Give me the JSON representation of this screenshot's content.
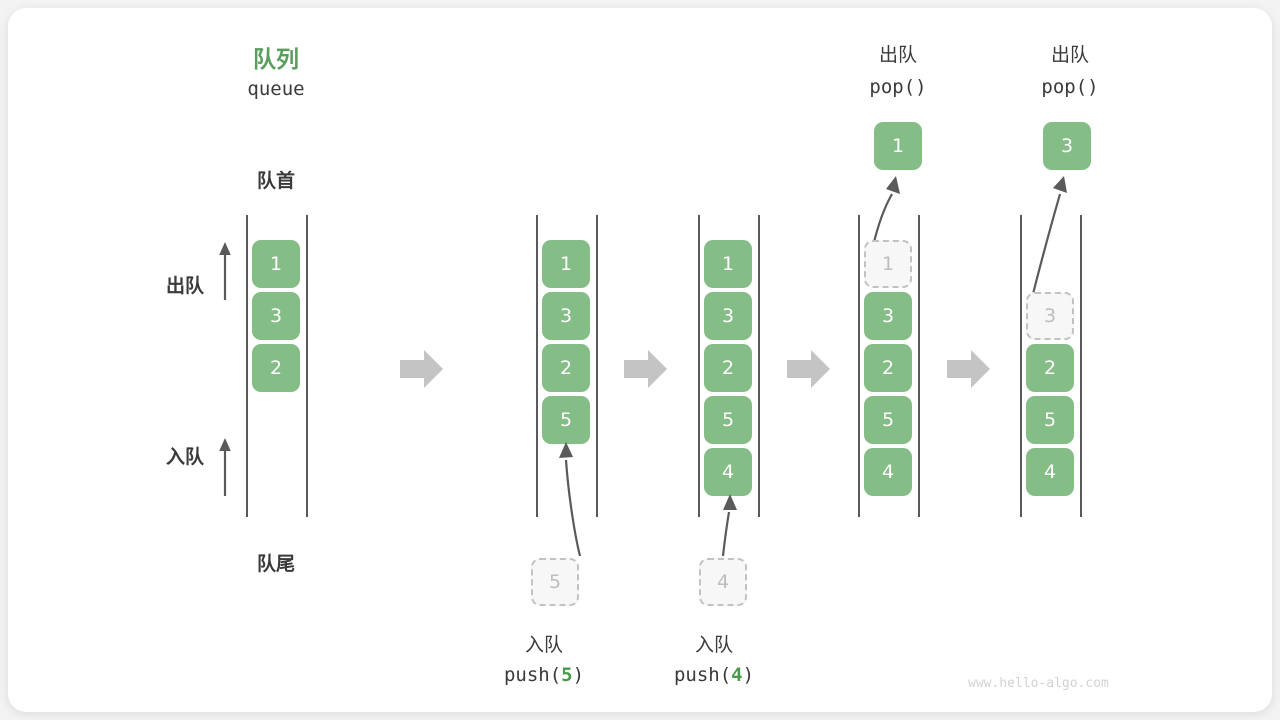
{
  "diagram": {
    "title_cn": "队列",
    "title_en": "queue",
    "front_label": "队首",
    "rear_label": "队尾",
    "dequeue_dir_label": "出队",
    "enqueue_dir_label": "入队",
    "watermark": "www.hello-algo.com",
    "accent_green": "#84bd86",
    "accent_title_green": "#5a9e5d",
    "ghost_gray": "#bdbdbd",
    "arrow_gray": "#c4c4c4"
  },
  "stages": [
    {
      "id": "initial",
      "cards": [
        {
          "value": "1",
          "state": "filled"
        },
        {
          "value": "3",
          "state": "filled"
        },
        {
          "value": "2",
          "state": "filled"
        }
      ]
    },
    {
      "id": "push-5",
      "op_cn": "入队",
      "op_code_prefix": "push(",
      "op_code_num": "5",
      "op_code_suffix": ")",
      "incoming": {
        "value": "5",
        "state": "ghost"
      },
      "cards": [
        {
          "value": "1",
          "state": "filled"
        },
        {
          "value": "3",
          "state": "filled"
        },
        {
          "value": "2",
          "state": "filled"
        },
        {
          "value": "5",
          "state": "filled"
        }
      ]
    },
    {
      "id": "push-4",
      "op_cn": "入队",
      "op_code_prefix": "push(",
      "op_code_num": "4",
      "op_code_suffix": ")",
      "incoming": {
        "value": "4",
        "state": "ghost"
      },
      "cards": [
        {
          "value": "1",
          "state": "filled"
        },
        {
          "value": "3",
          "state": "filled"
        },
        {
          "value": "2",
          "state": "filled"
        },
        {
          "value": "5",
          "state": "filled"
        },
        {
          "value": "4",
          "state": "filled"
        }
      ]
    },
    {
      "id": "pop-1",
      "op_cn": "出队",
      "op_code": "pop()",
      "outgoing": {
        "value": "1",
        "state": "filled"
      },
      "cards": [
        {
          "value": "1",
          "state": "ghost"
        },
        {
          "value": "3",
          "state": "filled"
        },
        {
          "value": "2",
          "state": "filled"
        },
        {
          "value": "5",
          "state": "filled"
        },
        {
          "value": "4",
          "state": "filled"
        }
      ]
    },
    {
      "id": "pop-3",
      "op_cn": "出队",
      "op_code": "pop()",
      "outgoing": {
        "value": "3",
        "state": "filled"
      },
      "cards": [
        {
          "value": "3",
          "state": "ghost"
        },
        {
          "value": "2",
          "state": "filled"
        },
        {
          "value": "5",
          "state": "filled"
        },
        {
          "value": "4",
          "state": "filled"
        }
      ]
    }
  ]
}
